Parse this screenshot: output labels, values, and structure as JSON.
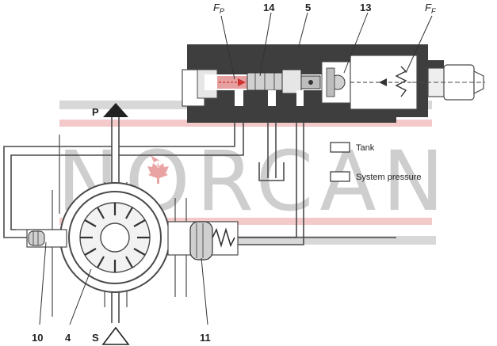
{
  "labels": {
    "fp": "F",
    "fp_sub": "P",
    "ff": "F",
    "ff_sub": "F",
    "n14": "14",
    "n5": "5",
    "n13": "13",
    "p": "P",
    "s": "S",
    "n10": "10",
    "n4": "4",
    "n11": "11"
  },
  "legend": {
    "tank": "Tank",
    "system_pressure": "System pressure"
  },
  "watermark": {
    "text": "NORCAN"
  },
  "colors": {
    "line": "#4a4a4a",
    "body_dark": "#3e3e3e",
    "pressure_fill": "#e7a0a0",
    "watermark": "#c9c9c9",
    "watermark_red": "#f0b8b8",
    "maple": "#e89a9a"
  }
}
